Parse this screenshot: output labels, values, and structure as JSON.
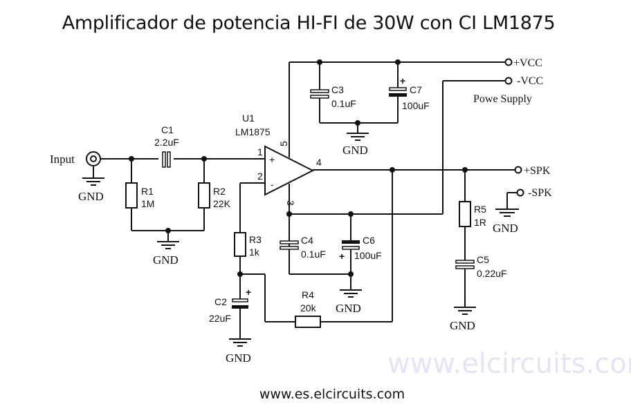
{
  "title": "Amplificador de potencia HI-FI de 30W con CI LM1875",
  "footer_url": "www.es.elcircuits.com",
  "watermark": "www.elcircuits.com",
  "colors": {
    "wire": "#111111",
    "watermark": "#e3e4f4",
    "background": "#ffffff"
  },
  "ic": {
    "ref": "U1",
    "part": "LM1875",
    "pins": {
      "p1": "1",
      "p2": "2",
      "p3": "3",
      "p4": "4",
      "p5": "5"
    },
    "plus": "+",
    "minus": "-"
  },
  "connectors": {
    "input": "Input",
    "vcc_pos": "+VCC",
    "vcc_neg": "-VCC",
    "power_supply": "Powe Supply",
    "spk_pos": "+SPK",
    "spk_neg": "-SPK"
  },
  "ground_label": "GND",
  "polarity_mark": "+",
  "components": {
    "C1": {
      "ref": "C1",
      "value": "2.2uF"
    },
    "R1": {
      "ref": "R1",
      "value": "1M"
    },
    "R2": {
      "ref": "R2",
      "value": "22K"
    },
    "R3": {
      "ref": "R3",
      "value": "1k"
    },
    "R4": {
      "ref": "R4",
      "value": "20k"
    },
    "R5": {
      "ref": "R5",
      "value": "1R"
    },
    "C2": {
      "ref": "C2",
      "value": "22uF"
    },
    "C3": {
      "ref": "C3",
      "value": "0.1uF"
    },
    "C4": {
      "ref": "C4",
      "value": "0.1uF"
    },
    "C5": {
      "ref": "C5",
      "value": "0.22uF"
    },
    "C6": {
      "ref": "C6",
      "value": "100uF"
    },
    "C7": {
      "ref": "C7",
      "value": "100uF"
    }
  }
}
